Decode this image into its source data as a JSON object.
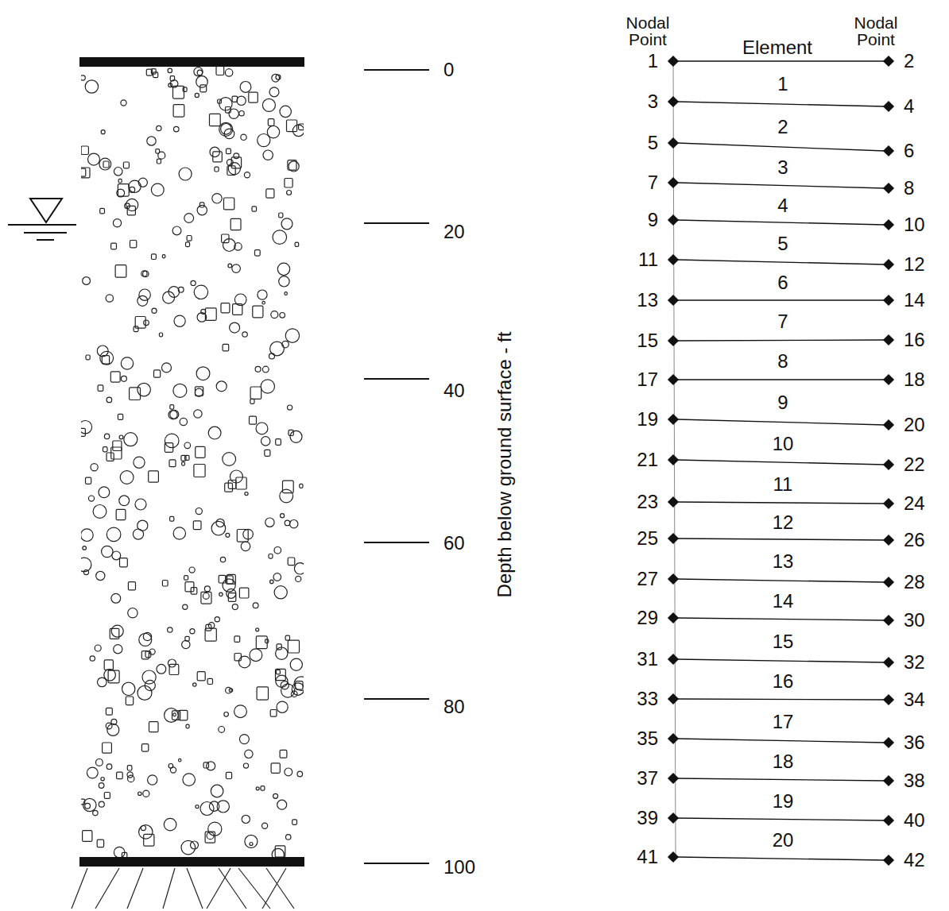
{
  "diagram": {
    "nodes": [
      {
        "text": [
          "1"
        ]
      },
      {
        "text": [
          "2"
        ]
      },
      {
        "text": [
          "3"
        ]
      },
      {
        "text": [
          "4"
        ]
      },
      {
        "text": [
          "5"
        ]
      },
      {
        "text": [
          "6"
        ]
      },
      {
        "text": [
          "7"
        ]
      },
      {
        "text": [
          "8"
        ]
      },
      {
        "text": [
          "9"
        ]
      },
      {
        "text": [
          "10"
        ]
      },
      {
        "text": [
          "11"
        ]
      },
      {
        "text": [
          "12"
        ]
      },
      {
        "text": [
          "13"
        ]
      },
      {
        "text": [
          "14"
        ]
      },
      {
        "text": [
          "15"
        ]
      },
      {
        "text": [
          "16"
        ]
      },
      {
        "text": [
          "17"
        ]
      },
      {
        "text": [
          "18"
        ]
      },
      {
        "text": [
          "19"
        ]
      },
      {
        "text": [
          "20"
        ]
      },
      {
        "text": [
          "21"
        ]
      },
      {
        "text": [
          "22"
        ]
      },
      {
        "text": [
          "23"
        ]
      },
      {
        "text": [
          "24"
        ]
      },
      {
        "text": [
          "25"
        ]
      },
      {
        "text": [
          "26"
        ]
      },
      {
        "text": [
          "27"
        ]
      },
      {
        "text": [
          "28"
        ]
      },
      {
        "text": [
          "29"
        ]
      },
      {
        "text": [
          "30"
        ]
      },
      {
        "text": [
          "31"
        ]
      },
      {
        "text": [
          "32"
        ]
      },
      {
        "text": [
          "33"
        ]
      },
      {
        "text": [
          "34"
        ]
      },
      {
        "text": [
          "35"
        ]
      },
      {
        "text": [
          "36"
        ]
      },
      {
        "text": [
          "37"
        ]
      },
      {
        "text": [
          "38"
        ]
      },
      {
        "text": [
          "39"
        ]
      },
      {
        "text": [
          "40"
        ]
      },
      {
        "text": [
          "41"
        ]
      },
      {
        "text": [
          "42"
        ]
      }
    ],
    "edges": [
      {
        "from": 0,
        "to": 1,
        "arrow": "none"
      },
      {
        "from": 2,
        "to": 3,
        "arrow": "none"
      },
      {
        "from": 4,
        "to": 5,
        "arrow": "none"
      },
      {
        "from": 6,
        "to": 7,
        "arrow": "none"
      },
      {
        "from": 8,
        "to": 9,
        "arrow": "none"
      },
      {
        "from": 10,
        "to": 11,
        "arrow": "none"
      },
      {
        "from": 12,
        "to": 13,
        "arrow": "none"
      },
      {
        "from": 14,
        "to": 15,
        "arrow": "none"
      },
      {
        "from": 16,
        "to": 17,
        "arrow": "none"
      },
      {
        "from": 18,
        "to": 19,
        "arrow": "none"
      },
      {
        "from": 20,
        "to": 21,
        "arrow": "none"
      },
      {
        "from": 22,
        "to": 23,
        "arrow": "none"
      },
      {
        "from": 24,
        "to": 25,
        "arrow": "none"
      },
      {
        "from": 26,
        "to": 27,
        "arrow": "none"
      },
      {
        "from": 28,
        "to": 29,
        "arrow": "none"
      },
      {
        "from": 30,
        "to": 31,
        "arrow": "none"
      },
      {
        "from": 32,
        "to": 33,
        "arrow": "none"
      },
      {
        "from": 34,
        "to": 35,
        "arrow": "none"
      },
      {
        "from": 36,
        "to": 37,
        "arrow": "none"
      },
      {
        "from": 38,
        "to": 39,
        "arrow": "none"
      },
      {
        "from": 40,
        "to": 41,
        "arrow": "none"
      }
    ],
    "labels": [
      "0",
      "20",
      "40",
      "60",
      "80",
      "100",
      "Depth below ground surface - ft",
      "Nodal Point",
      "Element",
      "Nodal Point",
      "1",
      "2",
      "3",
      "4",
      "5",
      "6",
      "7",
      "8",
      "9",
      "10",
      "11",
      "12",
      "13",
      "14",
      "15",
      "16",
      "17",
      "18",
      "19",
      "20"
    ]
  }
}
